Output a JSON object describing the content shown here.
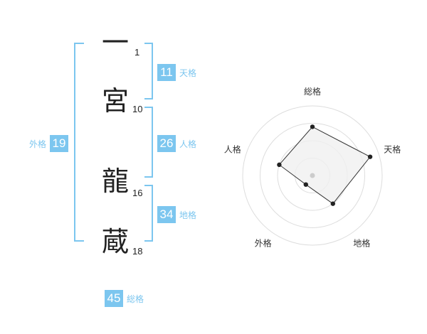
{
  "name": {
    "chars": [
      "一",
      "宮",
      "龍",
      "蔵"
    ],
    "strokes": [
      "1",
      "10",
      "16",
      "18"
    ]
  },
  "kakusu": {
    "tenkaku": {
      "value": "11",
      "label": "天格"
    },
    "jinkaku": {
      "value": "26",
      "label": "人格"
    },
    "chikaku": {
      "value": "34",
      "label": "地格"
    },
    "gaikaku": {
      "value": "19",
      "label": "外格"
    },
    "soukaku": {
      "value": "45",
      "label": "総格"
    }
  },
  "radar": {
    "axes": [
      "総格",
      "天格",
      "地格",
      "外格",
      "人格"
    ],
    "values": [
      0.7,
      0.87,
      0.5,
      0.16,
      0.5
    ]
  },
  "colors": {
    "accent": "#7cc6ef",
    "radar_fill": "#f0f0f0",
    "radar_line": "#333333"
  }
}
